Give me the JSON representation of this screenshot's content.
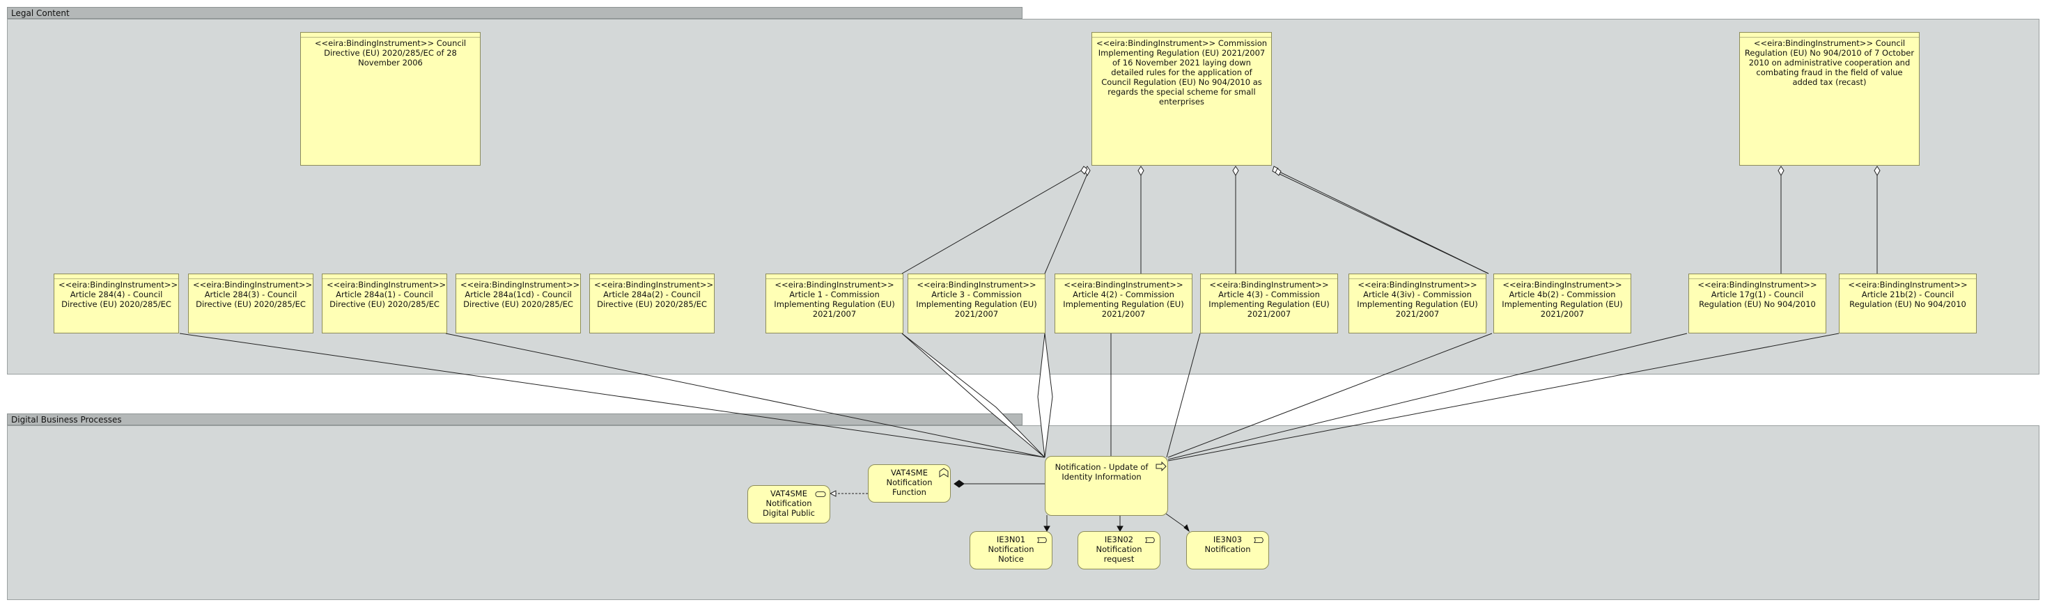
{
  "groups": {
    "legal_content": "Legal Content",
    "digital_business_processes": "Digital Business Processes"
  },
  "legal_instruments": {
    "council_directive": "<<eira:BindingInstrument>> Council Directive (EU) 2020/285/EC of 28 November 2006",
    "commission_impl_reg": "<<eira:BindingInstrument>> Commission Implementing Regulation (EU) 2021/2007 of 16 November 2021 laying down detailed rules for the application of Council Regulation (EU) No 904/2010 as regards the special scheme for small enterprises",
    "council_reg": "<<eira:BindingInstrument>> Council Regulation (EU) No 904/2010 of 7 October 2010 on administrative cooperation and combating fraud in the field of value added tax (recast)"
  },
  "articles": [
    "<<eira:BindingInstrument>> Article 284(4) - Council Directive (EU) 2020/285/EC",
    "<<eira:BindingInstrument>> Article 284(3) - Council Directive (EU) 2020/285/EC",
    "<<eira:BindingInstrument>> Article 284a(1) - Council Directive (EU) 2020/285/EC",
    "<<eira:BindingInstrument>> Article 284a(1cd) - Council Directive (EU) 2020/285/EC",
    "<<eira:BindingInstrument>> Article 284a(2) - Council Directive (EU) 2020/285/EC",
    "<<eira:BindingInstrument>> Article 1 - Commission Implementing Regulation (EU) 2021/2007",
    "<<eira:BindingInstrument>> Article 3 - Commission Implementing Regulation (EU) 2021/2007",
    "<<eira:BindingInstrument>> Article 4(2) - Commission Implementing Regulation (EU) 2021/2007",
    "<<eira:BindingInstrument>> Article 4(3) - Commission Implementing Regulation (EU) 2021/2007",
    "<<eira:BindingInstrument>> Article 4(3iv) - Commission Implementing Regulation (EU) 2021/2007",
    "<<eira:BindingInstrument>> Article 4b(2) - Commission Implementing Regulation (EU) 2021/2007",
    "<<eira:BindingInstrument>> Article 17g(1) - Council Regulation (EU) No 904/2010",
    "<<eira:BindingInstrument>> Article 21b(2) - Council Regulation (EU) No 904/2010"
  ],
  "process": {
    "name": "Notification - Update of Identity Information",
    "icon": "process-arrow-icon"
  },
  "function": {
    "line1": "VAT4SME",
    "line2": "Notification",
    "line3": "Function",
    "icon": "function-chevron-icon"
  },
  "service": {
    "line1": "VAT4SME",
    "line2": "Notification",
    "line3": "Digital Public",
    "icon": "service-pill-icon"
  },
  "events": [
    {
      "line1": "IE3N01",
      "line2": "Notification",
      "line3": "Notice",
      "icon": "event-icon"
    },
    {
      "line1": "IE3N02",
      "line2": "Notification",
      "line3": "request",
      "icon": "event-icon"
    },
    {
      "line1": "IE3N03",
      "line2": "Notification",
      "line3": "",
      "icon": "event-icon"
    }
  ],
  "colors": {
    "group_fill": "#d4d8d8",
    "group_tab": "#b4b8b8",
    "node_fill": "#ffffb5",
    "node_border": "#8c8c5a",
    "connector": "#222222"
  }
}
